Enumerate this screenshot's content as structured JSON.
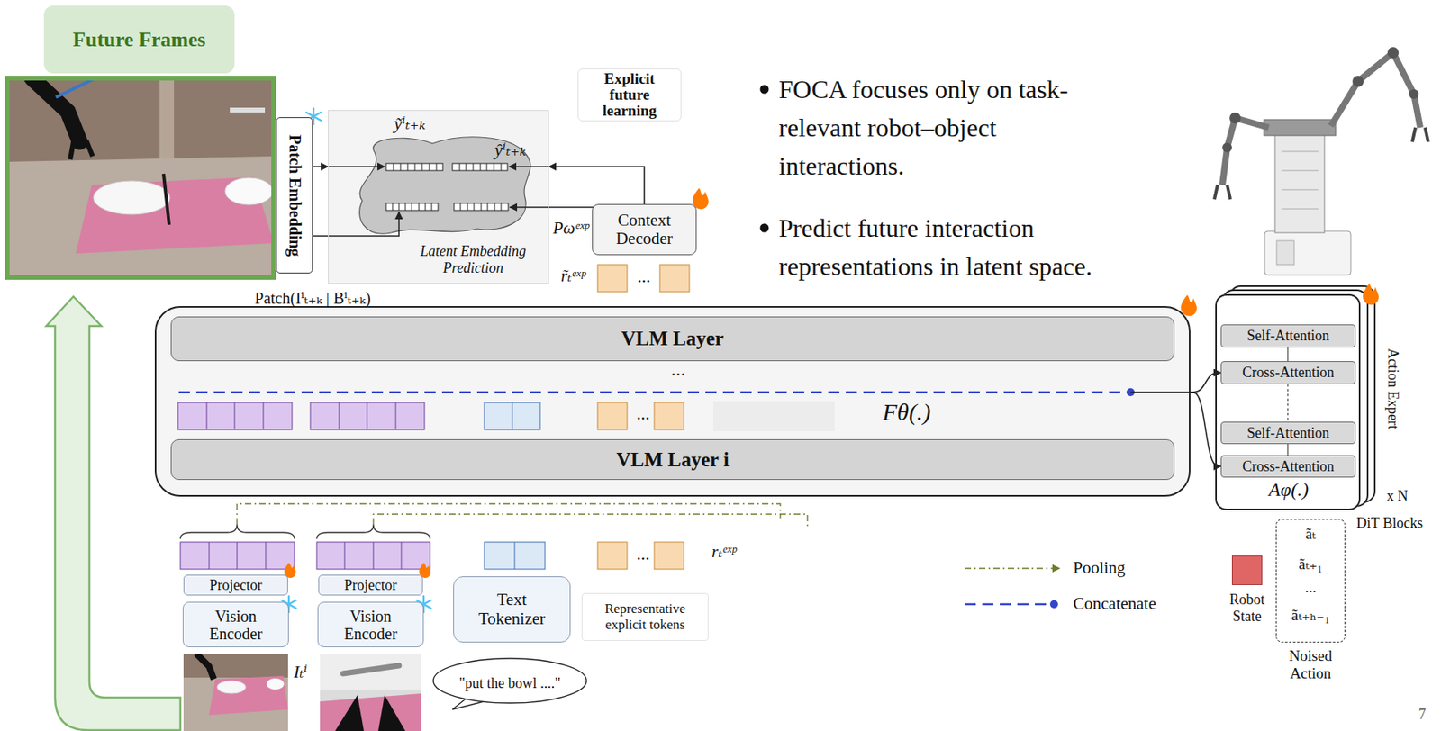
{
  "diagram": {
    "nodes": [
      {
        "text": [
          "Future Frames"
        ]
      },
      {
        "text": [
          "Explicit future learning"
        ]
      },
      {
        "text": [
          "Patch Embedding"
        ]
      },
      {
        "text": [
          "Latent Embedding Prediction"
        ]
      },
      {
        "text": [
          "Context Decoder"
        ]
      },
      {
        "text": [
          "Fθ(.)"
        ]
      },
      {
        "text": [
          "VLM Layer"
        ],
        "in": 5
      },
      {
        "text": [
          "VLM Layer i"
        ],
        "in": 5
      },
      {
        "text": [
          "Action Expert",
          "Aφ(.)"
        ]
      },
      {
        "text": [
          "Self-Attention"
        ],
        "in": 8
      },
      {
        "text": [
          "Cross-Attention"
        ],
        "in": 8
      },
      {
        "text": [
          "Self-Attention"
        ],
        "in": 8
      },
      {
        "text": [
          "Cross-Attention"
        ],
        "in": 8
      },
      {
        "text": [
          "Projector"
        ]
      },
      {
        "text": [
          "Vision Encoder"
        ]
      },
      {
        "text": [
          "Projector"
        ]
      },
      {
        "text": [
          "Vision Encoder"
        ]
      },
      {
        "text": [
          "Text Tokenizer"
        ]
      },
      {
        "text": [
          "Representative explicit tokens"
        ]
      },
      {
        "text": [
          "\"put the bowl ....\""
        ]
      },
      {
        "text": [
          "Robot State"
        ]
      },
      {
        "text": [
          "ãₜ",
          "ãₜ₊₁",
          "...",
          "ãₜ₊ₕ₋₁",
          "Noised Action"
        ]
      }
    ],
    "edges": [
      {
        "from": 2,
        "to": 3,
        "arrow": "to"
      },
      {
        "from": 4,
        "to": 3,
        "arrow": "to"
      },
      {
        "from": 5,
        "to": 10,
        "arrow": "to"
      },
      {
        "from": 5,
        "to": 12,
        "arrow": "to"
      }
    ],
    "labels": [
      "ỹⁱₜ₊ₖ",
      "ŷⁱₜ₊ₖ",
      "Pωᵉˣᵖ",
      "Patch(Iⁱₜ₊ₖ | Bⁱₜ₊ₖ)",
      "r̃ₜᵉˣᵖ",
      "...",
      "FOCA focuses only on task-relevant robot–object interactions.",
      "Predict future interaction representations in latent space.",
      "...",
      "...",
      "rₜᵉˣᵖ",
      "...",
      "Iₜⁱ",
      "x N",
      "DiT Blocks",
      "7"
    ],
    "legend": [
      {
        "text": "Pooling"
      },
      {
        "text": "Concatenate"
      }
    ]
  }
}
